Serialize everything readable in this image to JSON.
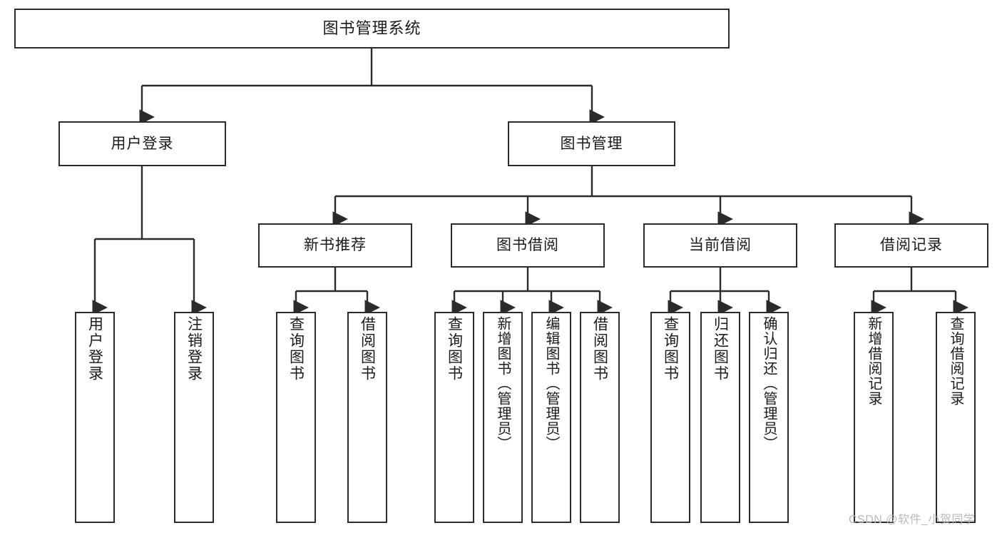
{
  "diagram": {
    "type": "tree",
    "title": "图书管理系统",
    "watermark": "CSDN @软件_小贺同学",
    "colors": {
      "box_border": "#2b2b2b",
      "box_fill": "#ffffff",
      "line": "#2b2b2b",
      "text": "#1a1a1a",
      "watermark": "#b9b9b9",
      "background": "#ffffff"
    },
    "levels": {
      "root": "图书管理系统",
      "level2": [
        "用户登录",
        "图书管理"
      ],
      "level3": [
        "新书推荐",
        "图书借阅",
        "当前借阅",
        "借阅记录"
      ]
    },
    "nodes": {
      "root": "图书管理系统",
      "user_login": "用户登录",
      "book_manage": "图书管理",
      "new_book_rec": "新书推荐",
      "book_borrow": "图书借阅",
      "current_borrow": "当前借阅",
      "borrow_record": "借阅记录",
      "leaf_user_login": "用户登录",
      "leaf_logout": "注销登录",
      "leaf_query_book_1": "查询图书",
      "leaf_borrow_book_1": "借阅图书",
      "leaf_query_book_2": "查询图书",
      "leaf_add_book_admin": "新增图书（管理员）",
      "leaf_edit_book_admin": "编辑图书（管理员）",
      "leaf_borrow_book_2": "借阅图书",
      "leaf_query_book_3": "查询图书",
      "leaf_return_book": "归还图书",
      "leaf_confirm_return_admin": "确认归还（管理员）",
      "leaf_add_record": "新增借阅记录",
      "leaf_query_record": "查询借阅记录"
    },
    "edges": [
      {
        "from": "图书管理系统",
        "to": "用户登录"
      },
      {
        "from": "图书管理系统",
        "to": "图书管理"
      },
      {
        "from": "用户登录",
        "to": "用户登录"
      },
      {
        "from": "用户登录",
        "to": "注销登录"
      },
      {
        "from": "图书管理",
        "to": "新书推荐"
      },
      {
        "from": "图书管理",
        "to": "图书借阅"
      },
      {
        "from": "图书管理",
        "to": "当前借阅"
      },
      {
        "from": "图书管理",
        "to": "借阅记录"
      },
      {
        "from": "新书推荐",
        "to": "查询图书"
      },
      {
        "from": "新书推荐",
        "to": "借阅图书"
      },
      {
        "from": "图书借阅",
        "to": "查询图书"
      },
      {
        "from": "图书借阅",
        "to": "新增图书（管理员）"
      },
      {
        "from": "图书借阅",
        "to": "编辑图书（管理员）"
      },
      {
        "from": "图书借阅",
        "to": "借阅图书"
      },
      {
        "from": "当前借阅",
        "to": "查询图书"
      },
      {
        "from": "当前借阅",
        "to": "归还图书"
      },
      {
        "from": "当前借阅",
        "to": "确认归还（管理员）"
      },
      {
        "from": "借阅记录",
        "to": "新增借阅记录"
      },
      {
        "from": "借阅记录",
        "to": "查询借阅记录"
      }
    ]
  }
}
